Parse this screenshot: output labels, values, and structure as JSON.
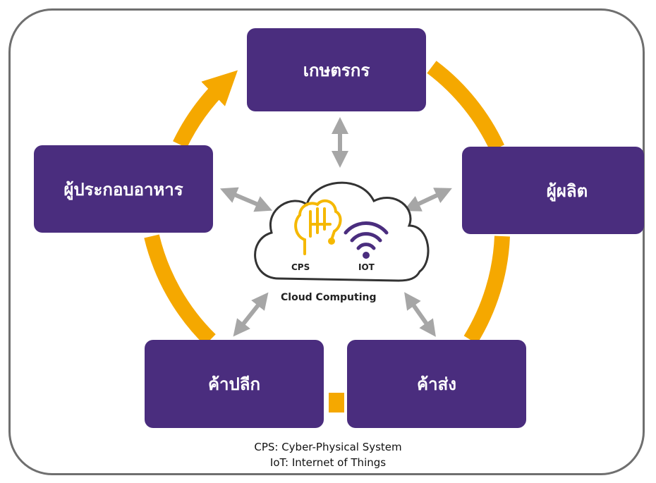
{
  "nodes": {
    "farmer": "เกษตรกร",
    "producer": "ผู้ผลิต",
    "food_operator": "ผู้ประกอบอาหาร",
    "retail": "ค้าปลีก",
    "wholesale": "ค้าส่ง"
  },
  "cloud": {
    "cps_label": "CPS",
    "iot_label": "IOT",
    "title": "Cloud Computing"
  },
  "legend": {
    "line1": "CPS: Cyber-Physical System",
    "line2": "IoT: Internet of Things"
  },
  "colors": {
    "node_fill": "#4a2d7e",
    "cycle_arrow": "#f5a800",
    "link_arrow": "#a6a6a6",
    "brain_icon": "#f5b800",
    "wifi_icon": "#4a2d7e"
  }
}
